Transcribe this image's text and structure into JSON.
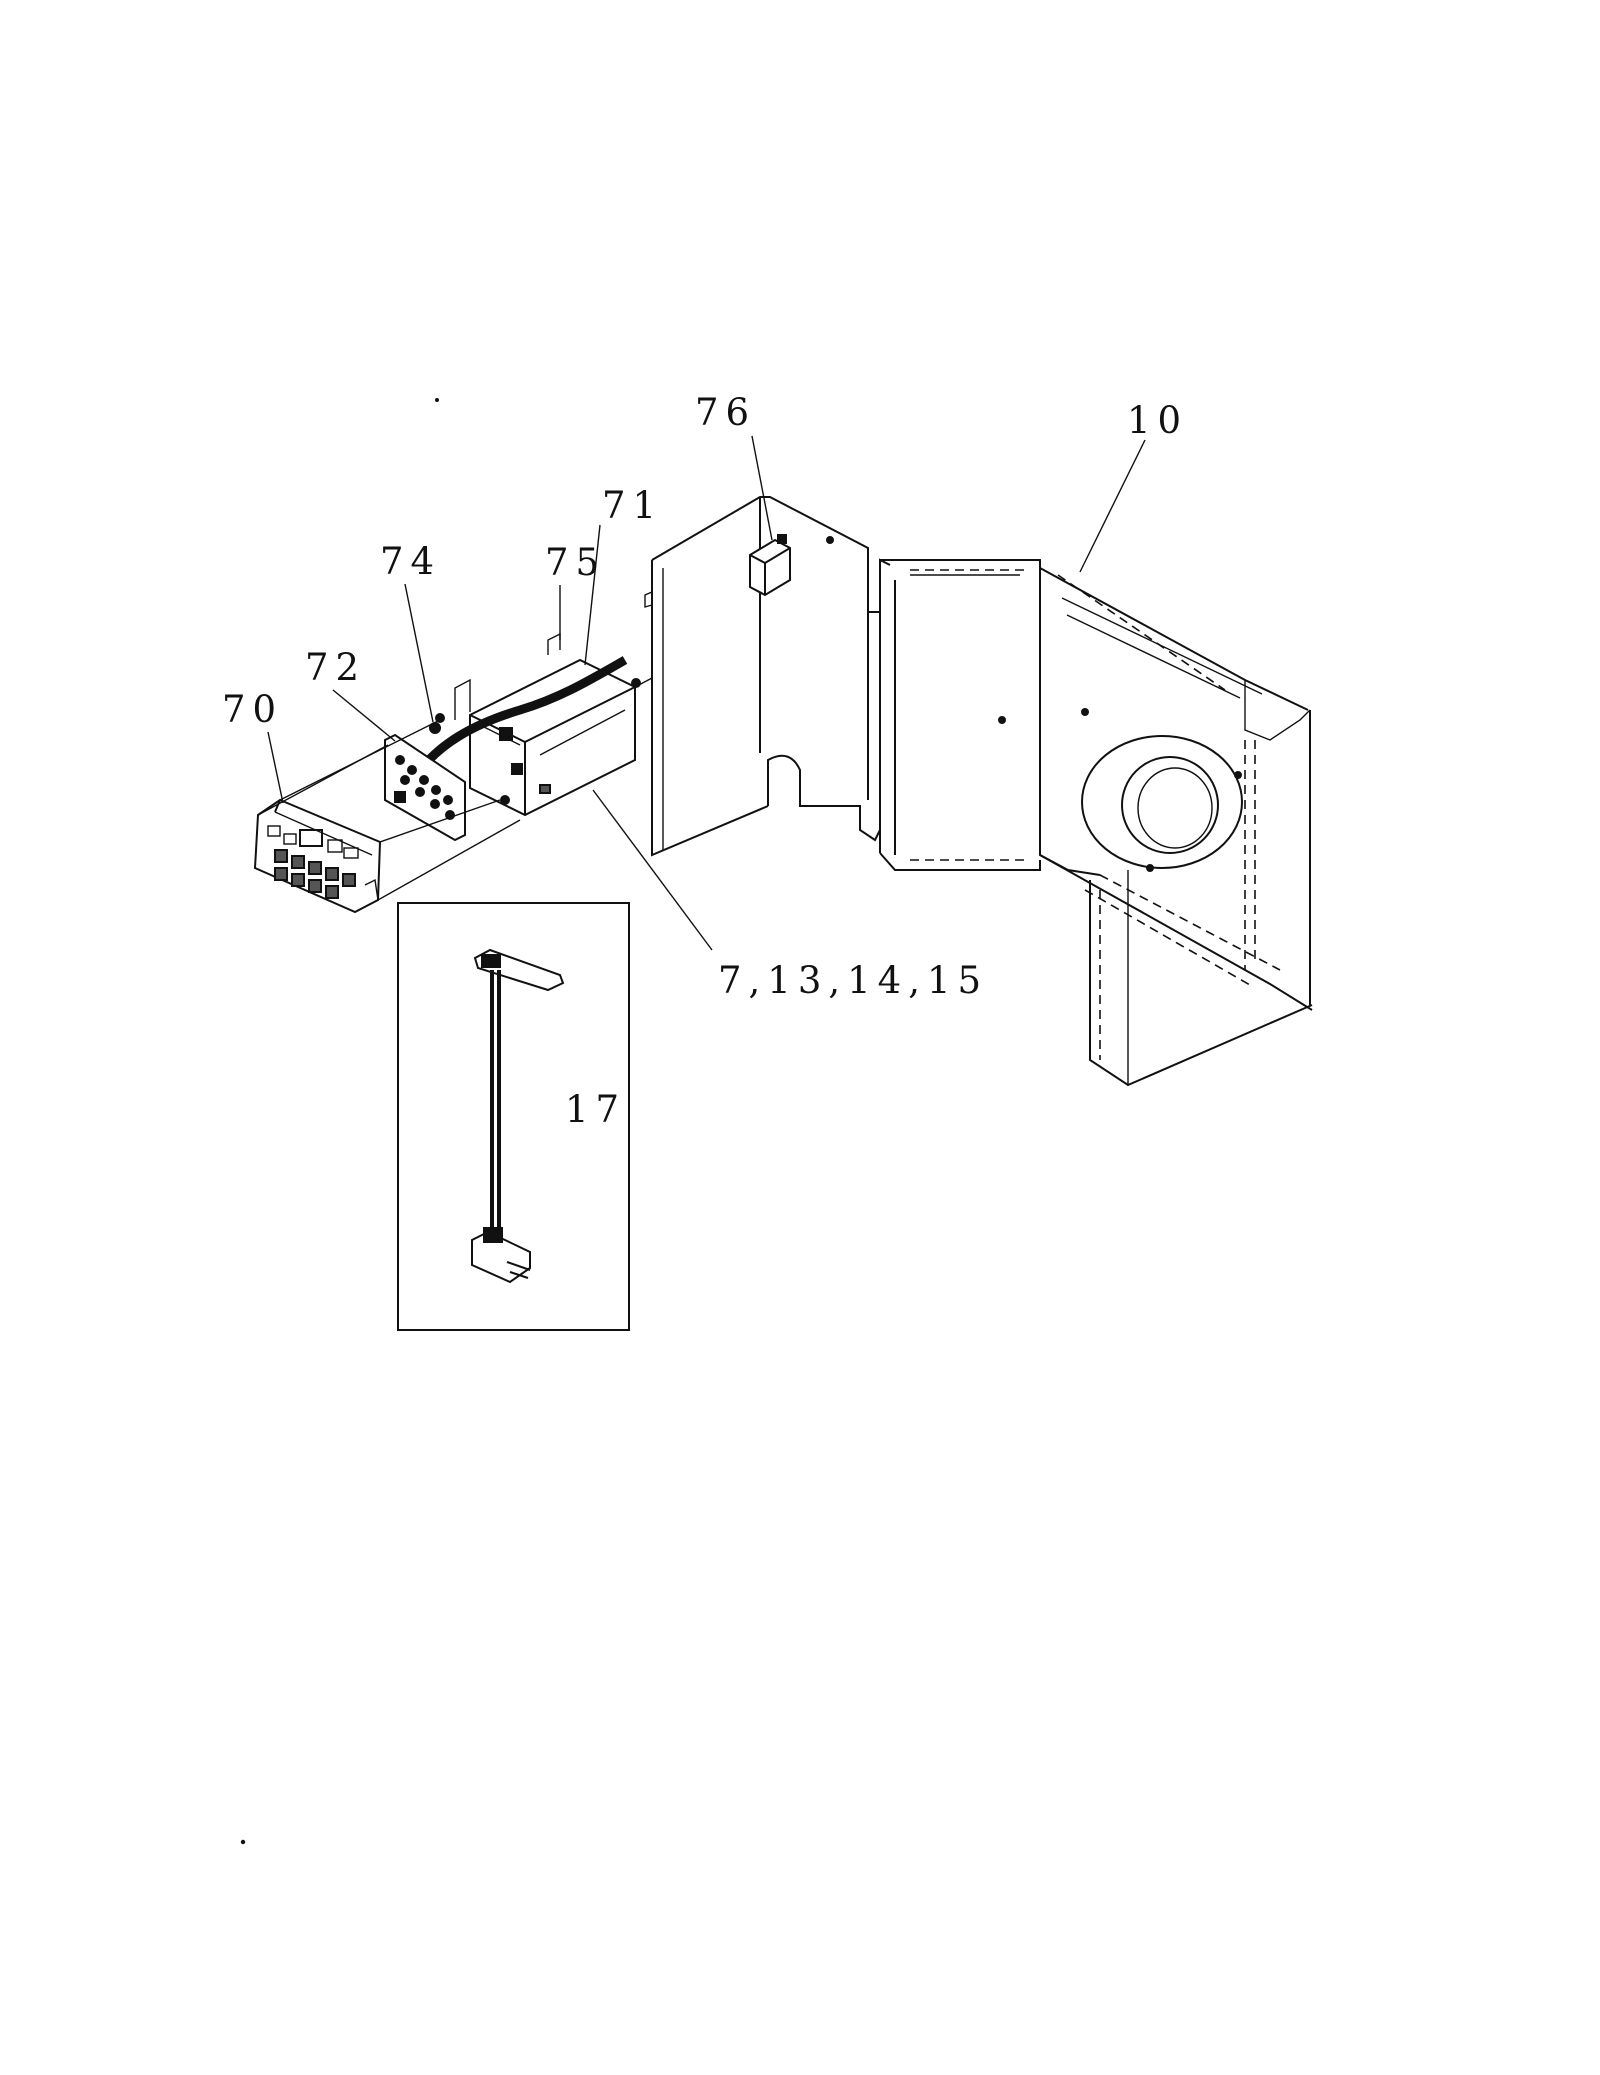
{
  "callouts": {
    "c70": "70",
    "c72": "72",
    "c74": "74",
    "c75": "75",
    "c71": "71",
    "c76": "76",
    "c10": "10",
    "c7_13_14_15": "7,13,14,15",
    "c17": "17"
  },
  "colors": {
    "ink": "#111111",
    "paper": "#ffffff"
  }
}
